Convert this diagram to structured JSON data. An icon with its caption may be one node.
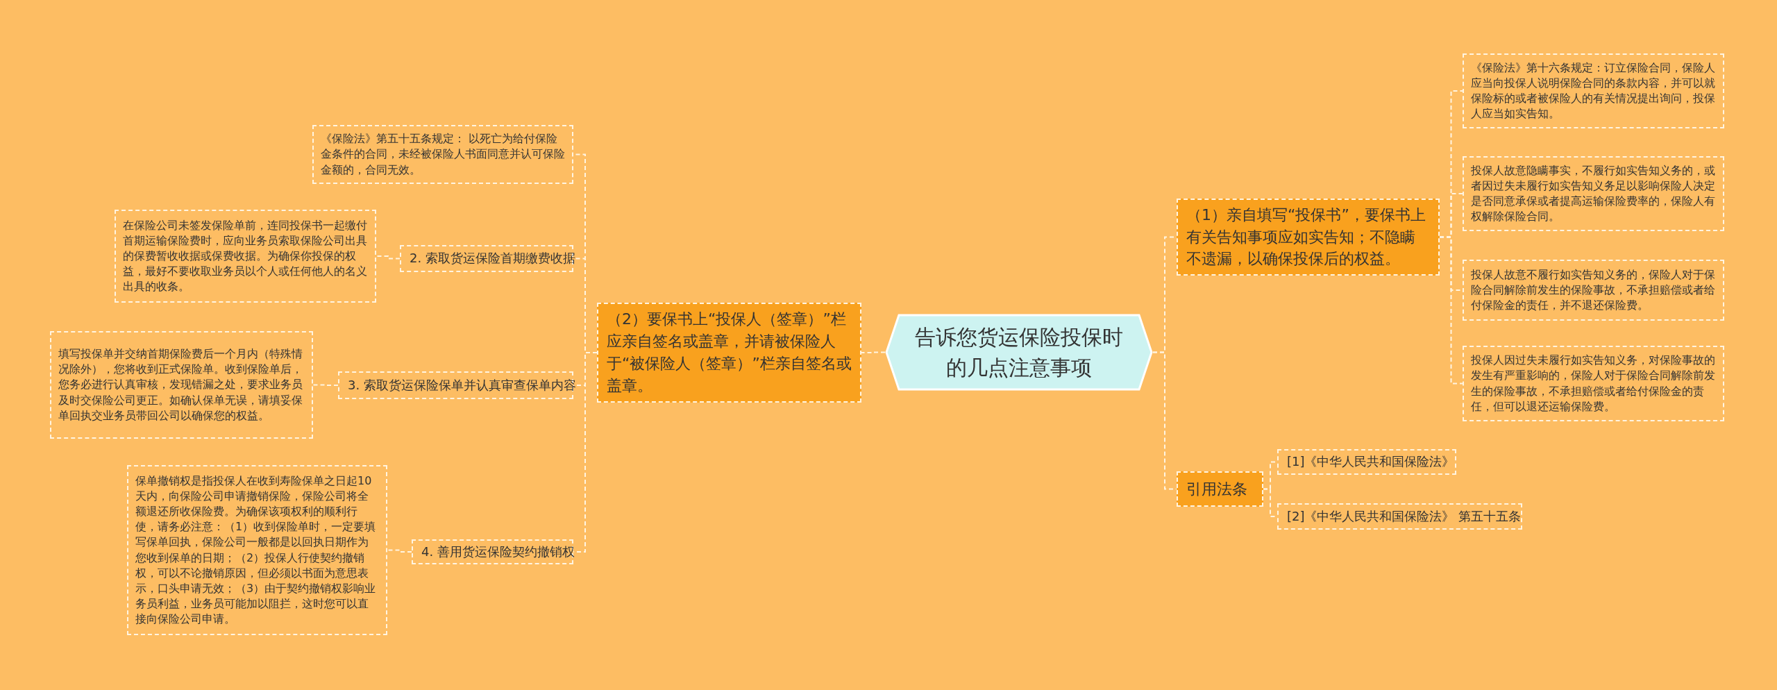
{
  "diagram": {
    "nodes": [
      {
        "text": [
          "告诉您货运保险投保时的几点注意事项"
        ]
      },
      {
        "text": [
          "（2）要保书上“投保人（签章）”栏应亲自签名或盖章，并请被保险人于“被保险人（签章）”栏亲自签名或盖章。"
        ]
      },
      {
        "text": [
          "《保险法》第五十五条规定： 以死亡为给付保险金条件的合同，未经被保险人书面同意并认可保险金额的，合同无效。"
        ]
      },
      {
        "text": [
          "2. 索取货运保险首期缴费收据"
        ]
      },
      {
        "text": [
          "在保险公司未签发保险单前，连同投保书一起缴付首期运输保险费时，应向业务员索取保险公司出具的保费暂收收据或保费收据。为确保你投保的权益，最好不要收取业务员以个人或任何他人的名义出具的收条。"
        ]
      },
      {
        "text": [
          "3. 索取货运保险保单并认真审查保单内容"
        ]
      },
      {
        "text": [
          "填写投保单并交纳首期保险费后一个月内（特殊情况除外），您将收到正式保险单。收到保险单后，您务必进行认真审核，发现错漏之处，要求业务员及时交保险公司更正。如确认保单无误，请填妥保单回执交业务员带回公司以确保您的权益。"
        ]
      },
      {
        "text": [
          "4. 善用货运保险契约撤销权"
        ]
      },
      {
        "text": [
          "保单撤销权是指投保人在收到寿险保单之日起10天内，向保险公司申请撤销保险，保险公司将全额退还所收保险费。为确保该项权利的顺利行使，请务必注意：（1）收到保险单时，一定要填写保单回执，保险公司一般都是以回执日期作为您收到保单的日期；（2）投保人行使契约撤销权，可以不论撤销原因，但必须以书面为意思表示，口头申请无效；（3）由于契约撤销权影响业务员利益，业务员可能加以阻拦，这时您可以直接向保险公司申请。"
        ]
      },
      {
        "text": [
          "（1）亲自填写“投保书”，要保书上有关告知事项应如实告知；不隐瞒不遗漏，以确保投保后的权益。"
        ]
      },
      {
        "text": [
          "《保险法》第十六条规定：订立保险合同，保险人应当向投保人说明保险合同的条款内容，并可以就保险标的或者被保险人的有关情况提出询问，投保人应当如实告知。"
        ]
      },
      {
        "text": [
          "投保人故意隐瞒事实，不履行如实告知义务的，或者因过失未履行如实告知义务足以影响保险人决定是否同意承保或者提高运输保险费率的，保险人有权解除保险合同。"
        ]
      },
      {
        "text": [
          "投保人故意不履行如实告知义务的，保险人对于保险合同解除前发生的保险事故，不承担赔偿或者给付保险金的责任，并不退还保险费。"
        ]
      },
      {
        "text": [
          "投保人因过失未履行如实告知义务，对保险事故的发生有严重影响的，保险人对于保险合同解除前发生的保险事故，不承担赔偿或者给付保险金的责任，但可以退还运输保险费。"
        ]
      },
      {
        "text": [
          "引用法条"
        ]
      },
      {
        "text": [
          "[1]《中华人民共和国保险法》"
        ]
      },
      {
        "text": [
          "[2]《中华人民共和国保险法》 第五十五条"
        ]
      }
    ],
    "edges": [
      {
        "from": 0,
        "to": 1,
        "arrow": "none"
      },
      {
        "from": 1,
        "to": 2,
        "arrow": "none"
      },
      {
        "from": 1,
        "to": 3,
        "arrow": "none"
      },
      {
        "from": 3,
        "to": 4,
        "arrow": "none"
      },
      {
        "from": 1,
        "to": 5,
        "arrow": "none"
      },
      {
        "from": 5,
        "to": 6,
        "arrow": "none"
      },
      {
        "from": 1,
        "to": 7,
        "arrow": "none"
      },
      {
        "from": 7,
        "to": 8,
        "arrow": "none"
      },
      {
        "from": 0,
        "to": 9,
        "arrow": "none"
      },
      {
        "from": 9,
        "to": 10,
        "arrow": "none"
      },
      {
        "from": 9,
        "to": 11,
        "arrow": "none"
      },
      {
        "from": 9,
        "to": 12,
        "arrow": "none"
      },
      {
        "from": 9,
        "to": 13,
        "arrow": "none"
      },
      {
        "from": 0,
        "to": 14,
        "arrow": "none"
      },
      {
        "from": 14,
        "to": 15,
        "arrow": "none"
      },
      {
        "from": 14,
        "to": 16,
        "arrow": "none"
      }
    ]
  }
}
